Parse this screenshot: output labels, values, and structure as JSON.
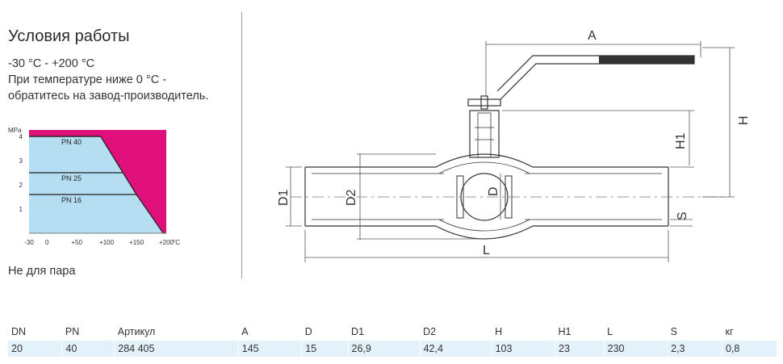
{
  "conditions": {
    "title": "Условия работы",
    "temp_range": "-30 °C - +200 °C",
    "note_line1": "При температуре ниже 0 °C -",
    "note_line2": "обратитесь на завод-производитель.",
    "not_for_steam": "Не для пара"
  },
  "colors": {
    "chart_fill": "#b6def2",
    "chart_background": "#e0107a",
    "table_row": "#e3f1fb",
    "drawing_stroke": "#333333"
  },
  "chart_data": {
    "type": "area",
    "unit_y": "MPa",
    "unit_x": "°C",
    "y_ticks": [
      "1",
      "2",
      "3",
      "4"
    ],
    "x_ticks": [
      "-30",
      "0",
      "+50",
      "+100",
      "+150",
      "+200"
    ],
    "xlim": [
      -30,
      200
    ],
    "ylim": [
      0,
      4
    ],
    "envelope": [
      {
        "t": -30,
        "p": 4.0
      },
      {
        "t": 90,
        "p": 4.0
      },
      {
        "t": 150,
        "p": 1.6
      },
      {
        "t": 195,
        "p": 0.0
      }
    ],
    "series": [
      {
        "name": "PN 40",
        "p": 4.0
      },
      {
        "name": "PN 25",
        "p": 2.5
      },
      {
        "name": "PN 16",
        "p": 1.6
      }
    ]
  },
  "drawing": {
    "labels": [
      "A",
      "H",
      "H1",
      "D1",
      "D2",
      "D",
      "S",
      "L"
    ]
  },
  "table": {
    "headers": [
      "DN",
      "PN",
      "Артикул",
      "A",
      "D",
      "D1",
      "D2",
      "H",
      "H1",
      "L",
      "S",
      "кг"
    ],
    "rows": [
      [
        "20",
        "40",
        "284 405",
        "145",
        "15",
        "26,9",
        "42,4",
        "103",
        "23",
        "230",
        "2,3",
        "0,8"
      ]
    ]
  }
}
